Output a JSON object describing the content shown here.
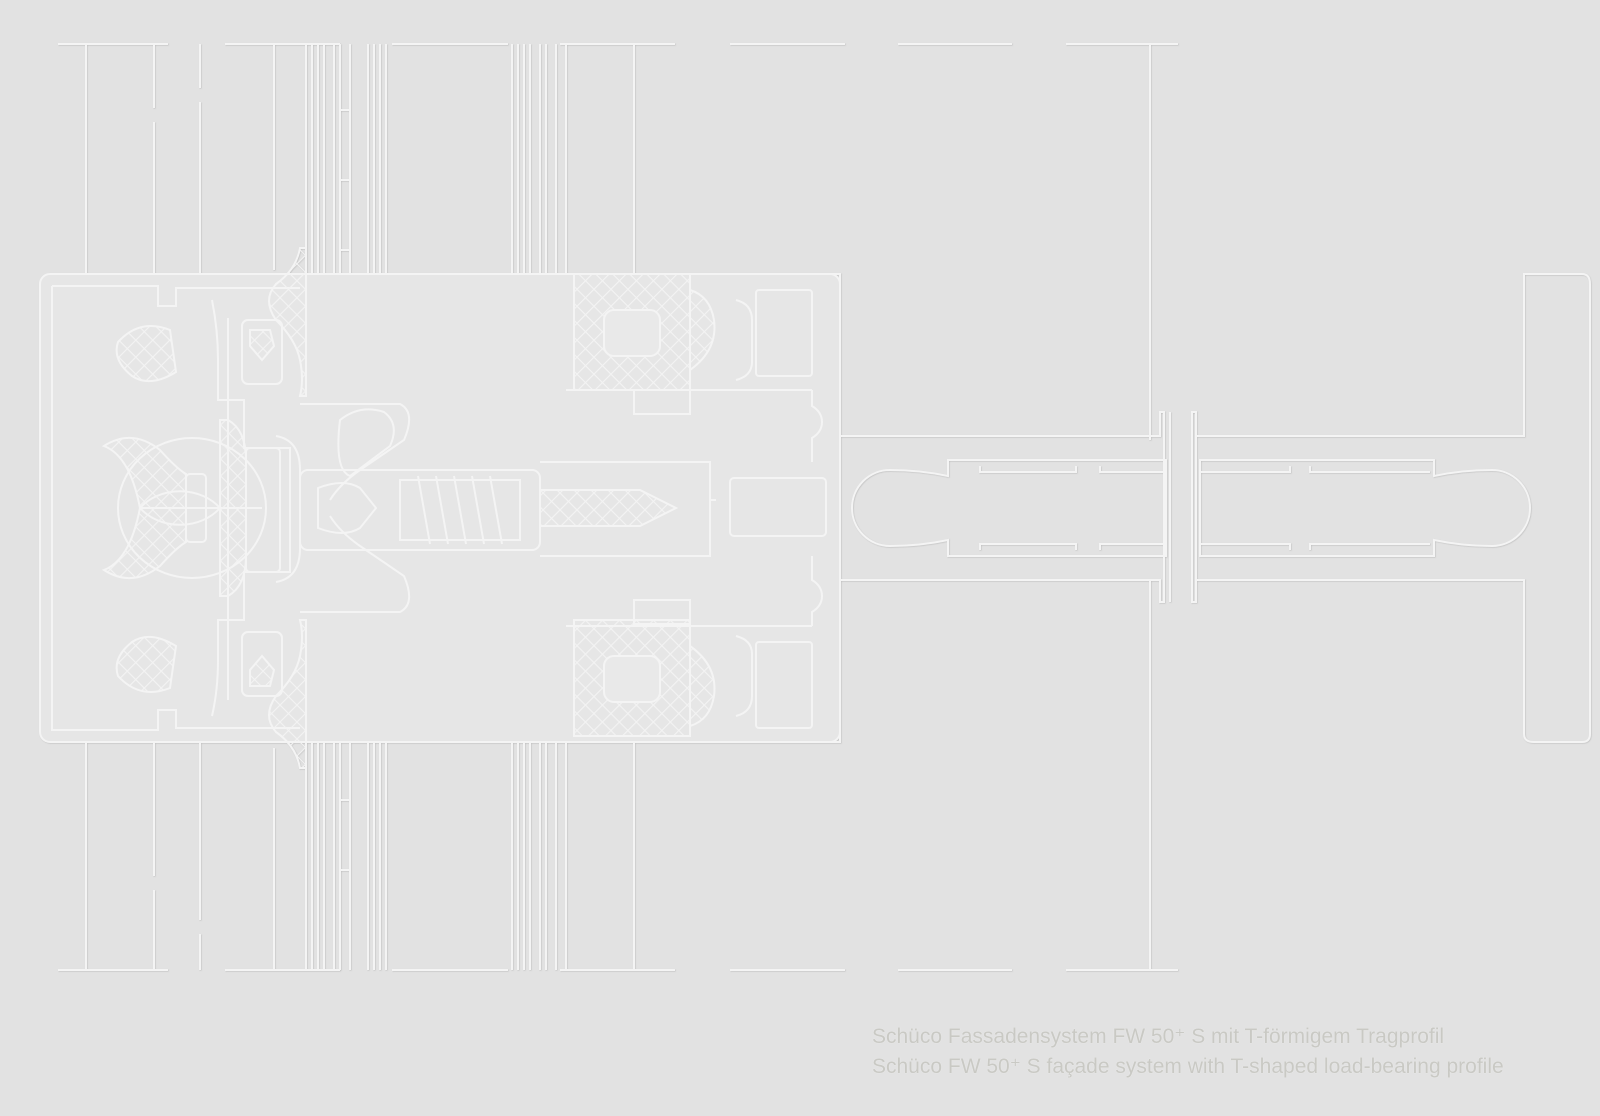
{
  "drawing": {
    "name": "façade mullion/transom section drawing",
    "colors": {
      "background": "#e2e2e2",
      "line": "#f4f4f4",
      "line_shadow": "#c6c6c6",
      "profile_fill": "#e9e9e9",
      "caption": "#c9c9c4"
    }
  },
  "caption": {
    "german": "Schüco Fassadensystem FW 50⁺ S mit T-förmigem Tragprofil",
    "english": "Schüco FW 50⁺ S façade system with T-shaped load-bearing profile"
  }
}
